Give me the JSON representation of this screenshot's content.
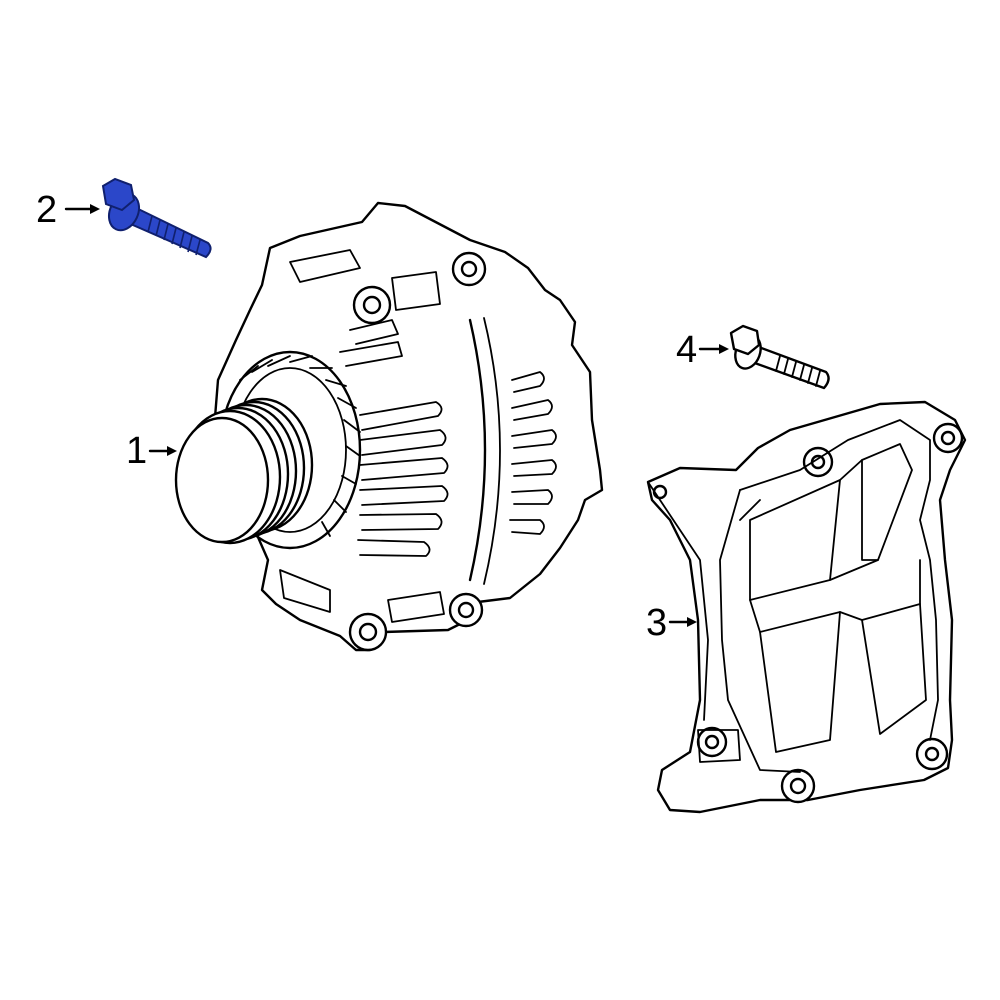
{
  "callouts": [
    {
      "id": "1",
      "label": "1"
    },
    {
      "id": "2",
      "label": "2"
    },
    {
      "id": "3",
      "label": "3"
    },
    {
      "id": "4",
      "label": "4"
    }
  ],
  "colors": {
    "highlight_part": "#2B47C9",
    "line": "#000000",
    "background": "#ffffff"
  },
  "highlighted_callout": "2"
}
